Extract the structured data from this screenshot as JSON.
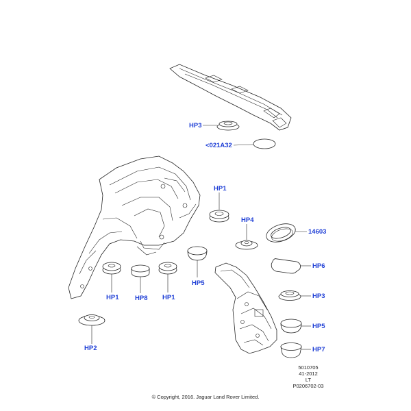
{
  "diagram": {
    "callouts": {
      "hp3_top": "HP3",
      "code_021a32": "<021A32",
      "hp1_center": "HP1",
      "hp4": "HP4",
      "part_14603": "14603",
      "hp6": "HP6",
      "hp1_left": "HP1",
      "hp8": "HP8",
      "hp1_mid": "HP1",
      "hp5_center": "HP5",
      "hp3_right": "HP3",
      "hp5_right": "HP5",
      "hp2": "HP2",
      "hp7": "HP7"
    },
    "reference": {
      "line1": "5010705",
      "line2": "41-2012",
      "line3": "LT",
      "line4": "P0206702-03"
    },
    "copyright": "© Copyright, 2016. Jaguar Land Rover Limited.",
    "colors": {
      "callout": "#1f3fd6",
      "linework": "#222222"
    }
  }
}
